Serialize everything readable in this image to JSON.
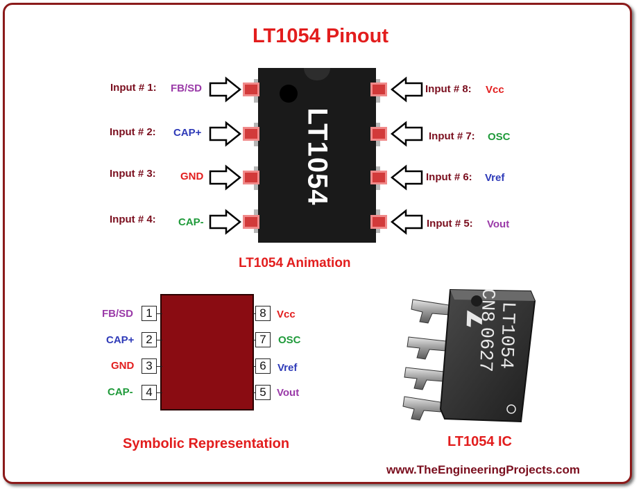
{
  "title": "LT1054 Pinout",
  "chip_label": "LT1054",
  "captions": {
    "animation": "LT1054 Animation",
    "symbolic": "Symbolic Representation",
    "photo": "LT1054 IC"
  },
  "left_pins": [
    {
      "label": "Input # 1:",
      "signal": "FB/SD",
      "color": "#9a3aa8"
    },
    {
      "label": "Input # 2:",
      "signal": "CAP+",
      "color": "#2e3ab8"
    },
    {
      "label": "Input # 3:",
      "signal": "GND",
      "color": "#e21d1d"
    },
    {
      "label": "Input # 4:",
      "signal": "CAP-",
      "color": "#1f9a3a"
    }
  ],
  "right_pins": [
    {
      "label": "Input # 8:",
      "signal": "Vcc",
      "color": "#e21d1d"
    },
    {
      "label": "Input # 7:",
      "signal": "OSC",
      "color": "#1f9a3a"
    },
    {
      "label": "Input # 6:",
      "signal": "Vref",
      "color": "#2e3ab8"
    },
    {
      "label": "Input # 5:",
      "signal": "Vout",
      "color": "#9a3aa8"
    }
  ],
  "symbol_left": [
    {
      "num": "1",
      "signal": "FB/SD",
      "color": "#9a3aa8"
    },
    {
      "num": "2",
      "signal": "CAP+",
      "color": "#2e3ab8"
    },
    {
      "num": "3",
      "signal": "GND",
      "color": "#e21d1d"
    },
    {
      "num": "4",
      "signal": "CAP-",
      "color": "#1f9a3a"
    }
  ],
  "symbol_right": [
    {
      "num": "8",
      "signal": "Vcc",
      "color": "#e21d1d"
    },
    {
      "num": "7",
      "signal": "OSC",
      "color": "#1f9a3a"
    },
    {
      "num": "6",
      "signal": "Vref",
      "color": "#2e3ab8"
    },
    {
      "num": "5",
      "signal": "Vout",
      "color": "#9a3aa8"
    }
  ],
  "photo_chip": {
    "line1": "LT1054",
    "line2": "CN8",
    "line3": "0627",
    "logo": "linear-technology-logo"
  },
  "website": "www.TheEngineeringProjects.com",
  "colors": {
    "title": "#e21d1d",
    "label": "#7a0e1e",
    "frame": "#8b1a1a",
    "symbol_body": "#8a0c12"
  }
}
